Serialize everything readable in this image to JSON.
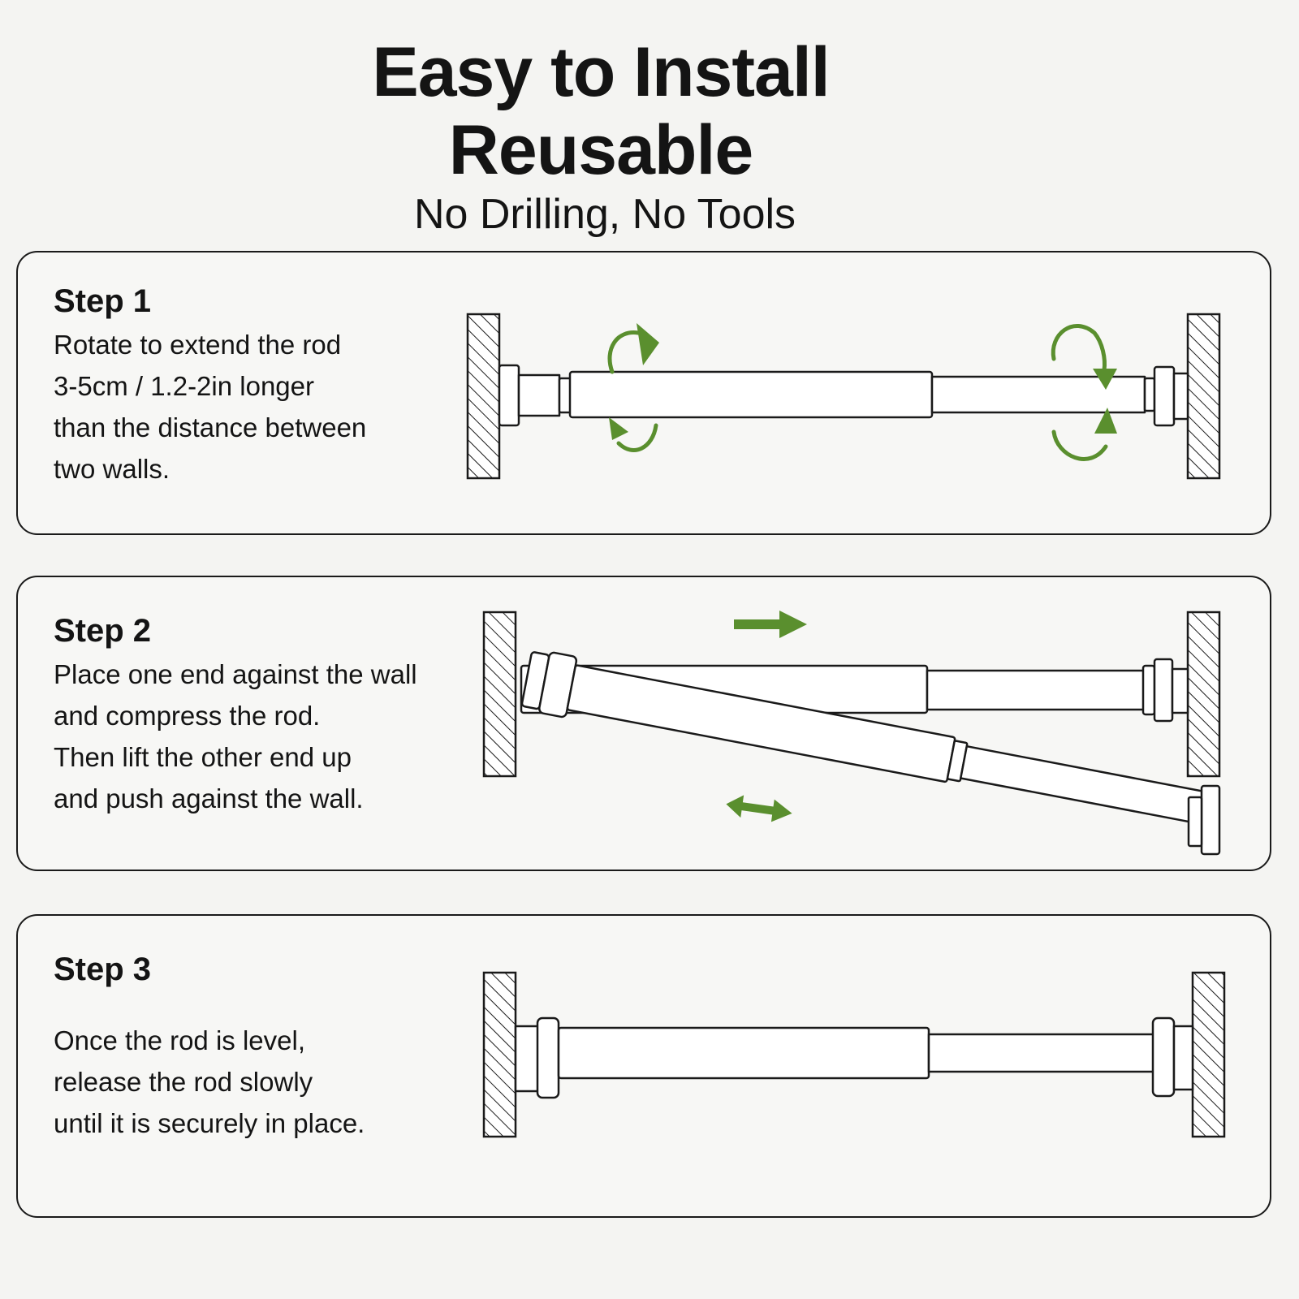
{
  "header": {
    "title_line1": "Easy to Install",
    "title_line2": "Reusable",
    "subtitle": "No Drilling, No Tools"
  },
  "steps": [
    {
      "title": "Step 1",
      "lines": [
        "Rotate to extend the rod",
        "3-5cm / 1.2-2in longer",
        "than the distance between",
        "two walls."
      ]
    },
    {
      "title": "Step 2",
      "lines": [
        "Place one end against the wall",
        "and compress the rod.",
        "Then lift the other end up",
        "and push against the wall."
      ]
    },
    {
      "title": "Step 3",
      "lines": [
        "Once the rod is level,",
        "release the rod slowly",
        "until it is securely in place."
      ]
    }
  ],
  "colors": {
    "accent_green": "#5a8f2e",
    "outline": "#1a1a1a",
    "background": "#f4f4f2"
  },
  "icons": [
    "rotate-arrow-icon",
    "push-arrow-icon",
    "double-arrow-icon",
    "wall-hatch-icon",
    "tension-rod-icon"
  ]
}
